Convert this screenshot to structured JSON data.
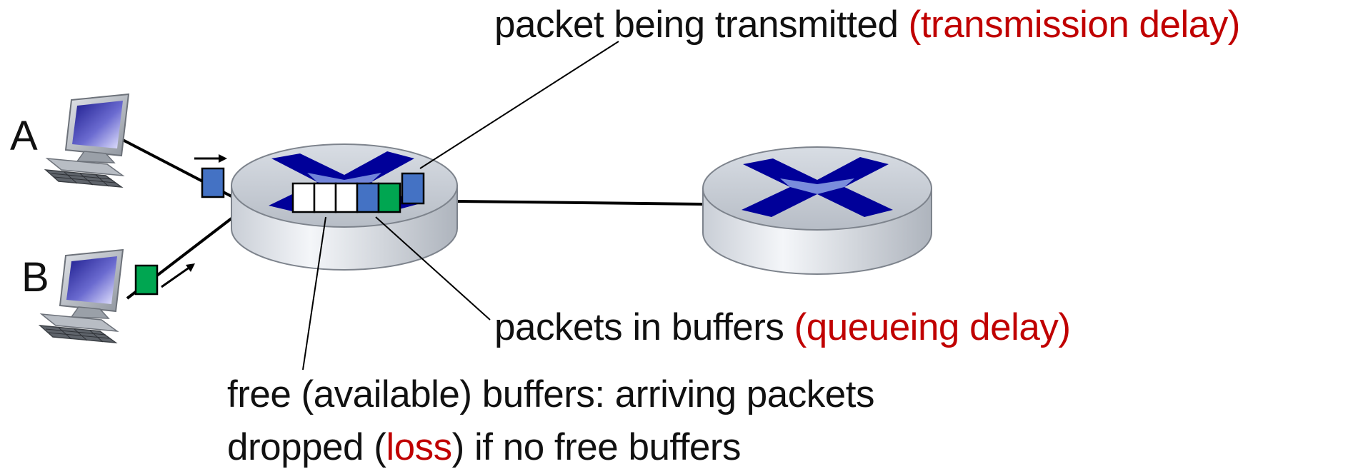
{
  "hosts": [
    {
      "id": "A",
      "label": "A"
    },
    {
      "id": "B",
      "label": "B"
    }
  ],
  "annotations": {
    "transmitted": {
      "prefix": "packet being transmitted ",
      "highlight": "(transmission delay)"
    },
    "buffered": {
      "prefix": "packets in buffers ",
      "highlight": "(queueing delay)"
    },
    "free_buffers": {
      "line1": "free (available) buffers: arriving packets",
      "line2_prefix": "dropped (",
      "line2_highlight": "loss",
      "line2_suffix": ") if no free buffers"
    }
  },
  "colors": {
    "accent_red": "#c00000",
    "packet_blue": "#4472c4",
    "packet_green": "#00a651",
    "router_x": "#000099",
    "text": "#111111"
  },
  "queue": [
    "free",
    "free",
    "free",
    "blue",
    "green"
  ],
  "in_transmission": "blue",
  "packet_from_A": "blue",
  "packet_from_B": "green"
}
